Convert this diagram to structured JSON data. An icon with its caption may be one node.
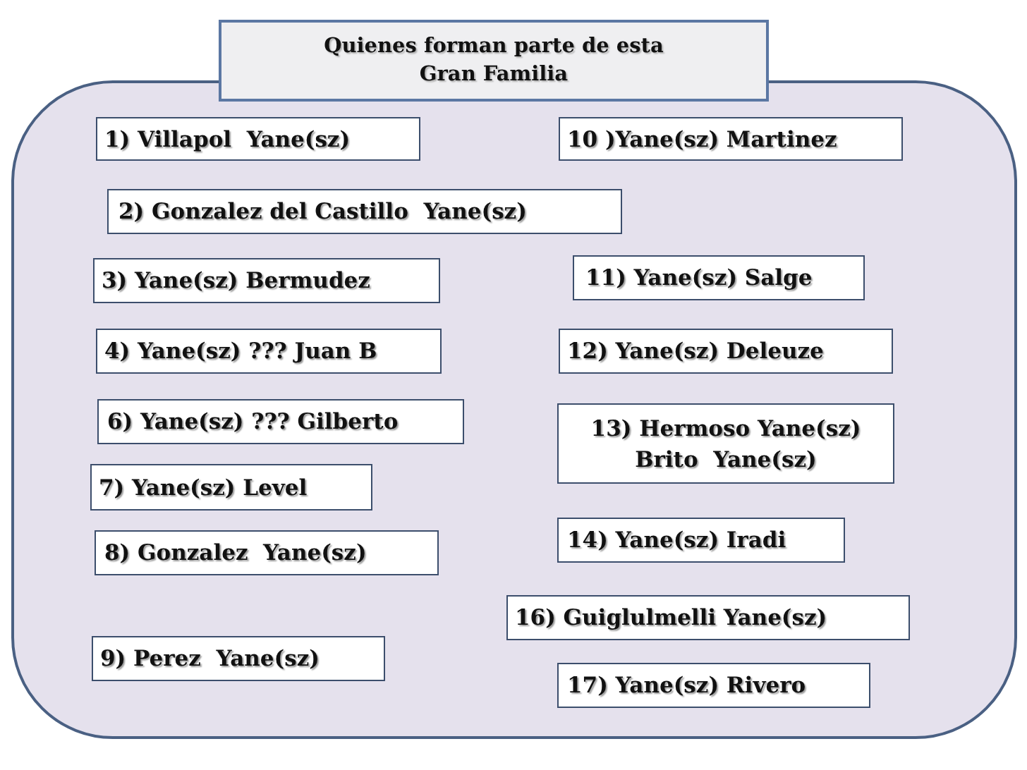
{
  "diagram": {
    "nodes": [
      {
        "text": [
          "Quienes forman parte de esta Gran Familia"
        ]
      },
      {
        "text": [],
        "shape": "box"
      },
      {
        "text": [
          "1) Villapol  Yane(sz)"
        ],
        "in": 1
      },
      {
        "text": [
          "10 )Yane(sz) Martinez"
        ],
        "in": 1
      },
      {
        "text": [
          "2) Gonzalez del Castillo  Yane(sz)"
        ],
        "in": 1
      },
      {
        "text": [
          "3) Yane(sz) Bermudez"
        ],
        "in": 1
      },
      {
        "text": [
          "11) Yane(sz) Salge"
        ],
        "in": 1
      },
      {
        "text": [
          "4) Yane(sz) ??? Juan B"
        ],
        "in": 1
      },
      {
        "text": [
          "12) Yane(sz) Deleuze"
        ],
        "in": 1
      },
      {
        "text": [
          "6) Yane(sz) ??? Gilberto"
        ],
        "in": 1
      },
      {
        "text": [
          "13) Hermoso Yane(sz) Brito  Yane(sz)"
        ],
        "in": 1
      },
      {
        "text": [
          "7) Yane(sz) Level"
        ],
        "in": 1
      },
      {
        "text": [
          "14) Yane(sz) Iradi"
        ],
        "in": 1
      },
      {
        "text": [
          "8) Gonzalez  Yane(sz)"
        ],
        "in": 1
      },
      {
        "text": [
          "16) Guiglulmelli Yane(sz)"
        ],
        "in": 1
      },
      {
        "text": [
          "9) Perez  Yane(sz)"
        ],
        "in": 1
      },
      {
        "text": [
          "17) Yane(sz) Rivero"
        ],
        "in": 1
      }
    ]
  }
}
